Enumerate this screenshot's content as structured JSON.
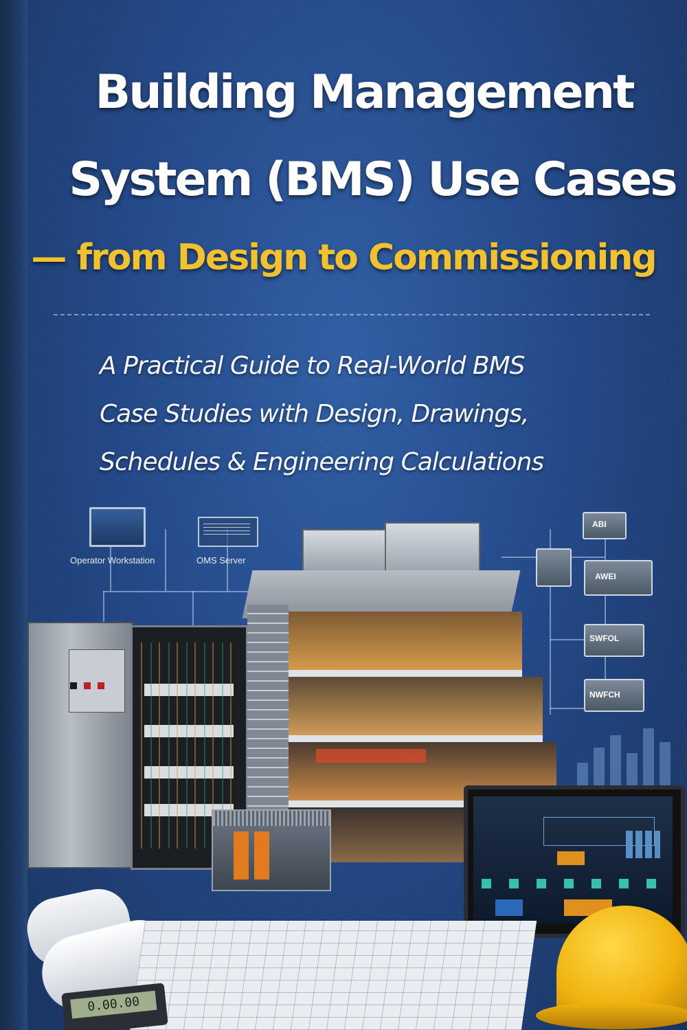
{
  "cover": {
    "title_line1": "Building Management",
    "title_line2": "System (BMS) Use Cases",
    "title_line3": "— from Design to Commissioning",
    "subtitle_line1": "A Practical Guide to Real-World BMS",
    "subtitle_line2": "Case Studies with Design, Drawings,",
    "subtitle_line3": "Schedules & Engineering Calculations",
    "accent_color": "#f2c12e",
    "background_color": "#23498a"
  },
  "illustration": {
    "workstation_label": "Operator Workstation",
    "server_label": "OMS Server",
    "device_labels": [
      "ABI",
      "AWEI",
      "SWFOL",
      "NWFCH"
    ],
    "calculator_display": "0.00.00"
  }
}
